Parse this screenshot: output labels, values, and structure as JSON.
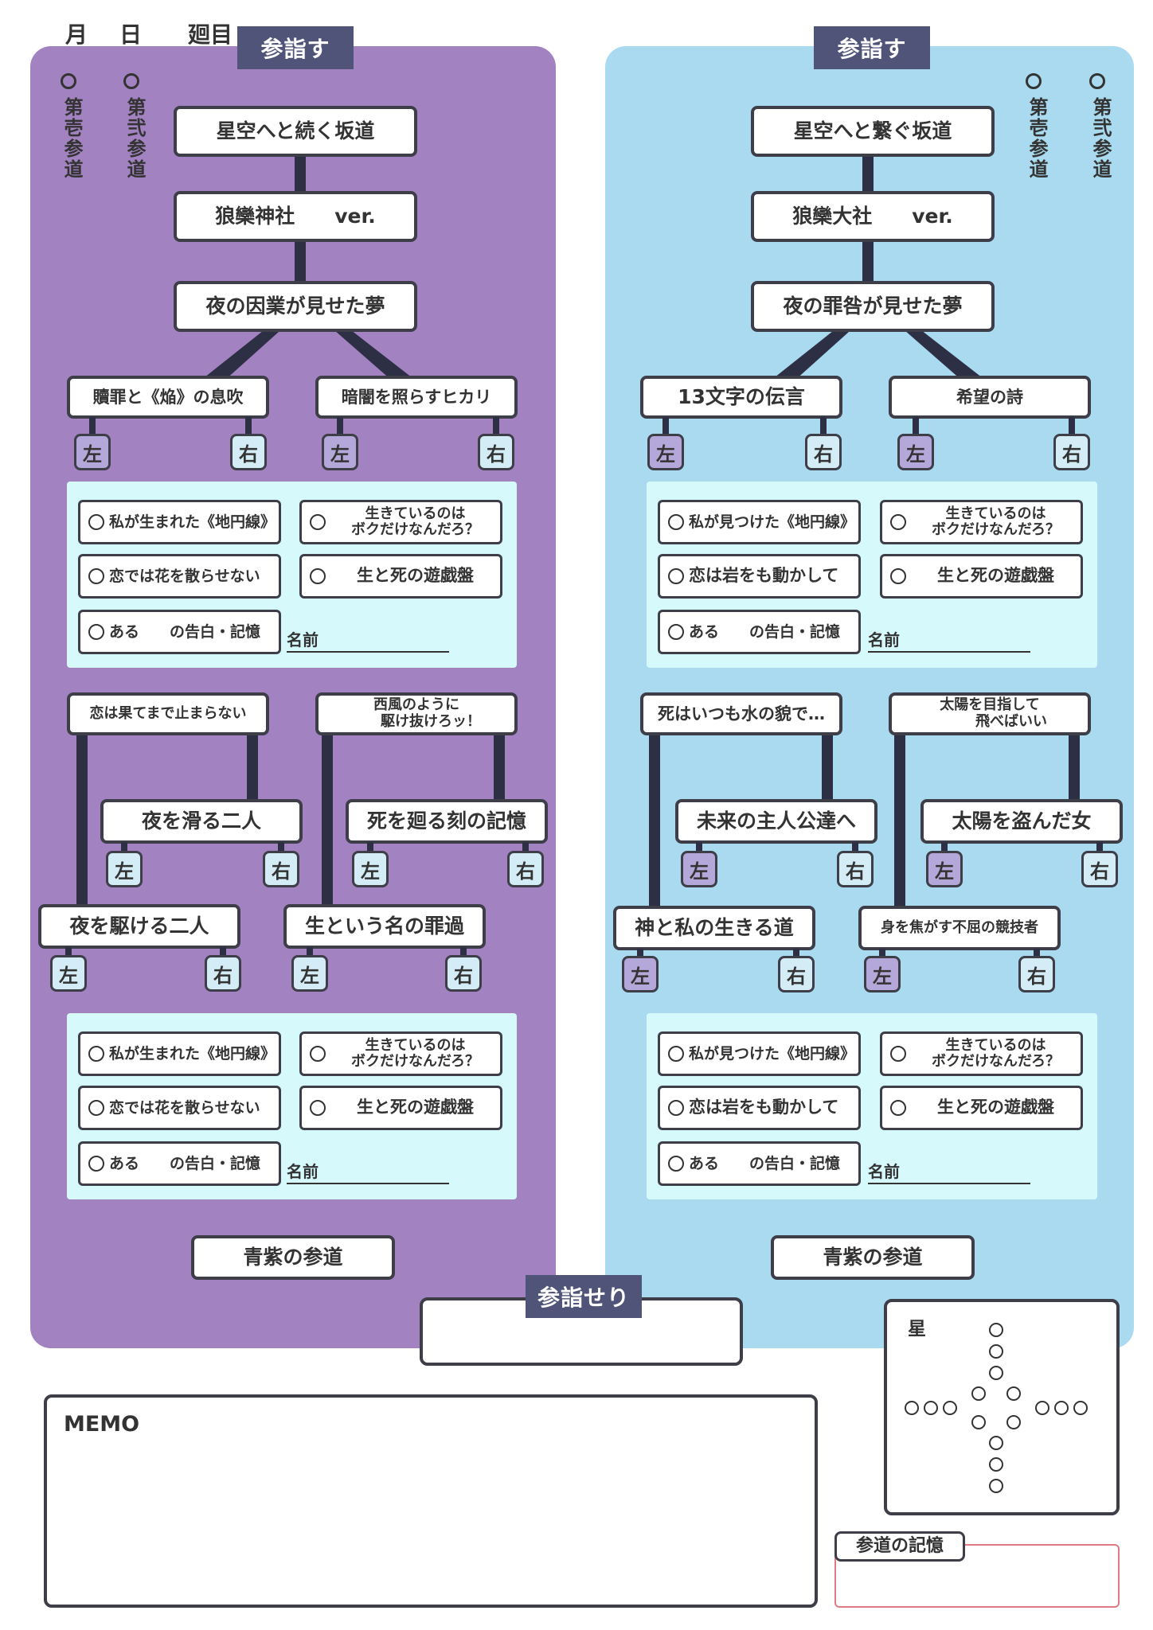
{
  "header": {
    "month": "月",
    "day": "日",
    "round": "廻目"
  },
  "left": {
    "tag": "参詣す",
    "routes": [
      "第壱参道",
      "第弐参道"
    ],
    "chain": [
      "星空へと続く坂道",
      "狼欒神社　　ver.",
      "夜の因業が見せた夢"
    ],
    "branch1": [
      "贖罪と《焔》の息吹",
      "暗闇を照らすヒカリ"
    ],
    "lr": {
      "left": "左",
      "right": "右"
    },
    "answers": [
      {
        "a": "私が生まれた《地円線》",
        "b": "生きているのは\nボクだけなんだろ？",
        "c": "恋では花を散らせない",
        "d": "生と死の遊戯盤",
        "e": "ある　　の告白・記憶",
        "name": "名前"
      },
      {
        "a": "私が生まれた《地円線》",
        "b": "生きているのは\nボクだけなんだろ？",
        "c": "恋では花を散らせない",
        "d": "生と死の遊戯盤",
        "e": "ある　　の告白・記憶",
        "name": "名前"
      }
    ],
    "mid_top": [
      "恋は果てまで止まらない",
      "西風のように\n　　駆け抜けろッ！"
    ],
    "mid_sub": [
      "夜を滑る二人",
      "死を廻る刻の記憶"
    ],
    "mid_bottom": [
      "夜を駆ける二人",
      "生という名の罪過"
    ],
    "final": "青紫の参道"
  },
  "right": {
    "tag": "参詣す",
    "routes": [
      "第壱参道",
      "第弐参道"
    ],
    "chain": [
      "星空へと繋ぐ坂道",
      "狼欒大社　　ver.",
      "夜の罪咎が見せた夢"
    ],
    "branch1": [
      "13文字の伝言",
      "希望の詩"
    ],
    "answers": [
      {
        "a": "私が見つけた《地円線》",
        "b": "生きているのは\nボクだけなんだろ？",
        "c": "恋は岩をも動かして",
        "d": "生と死の遊戯盤",
        "e": "ある　　の告白・記憶",
        "name": "名前"
      },
      {
        "a": "私が見つけた《地円線》",
        "b": "生きているのは\nボクだけなんだろ？",
        "c": "恋は岩をも動かして",
        "d": "生と死の遊戯盤",
        "e": "ある　　の告白・記憶",
        "name": "名前"
      }
    ],
    "mid_top": [
      "死はいつも水の貌で…",
      "太陽を目指して\n　　　飛べばいい"
    ],
    "mid_sub": [
      "未来の主人公達へ",
      "太陽を盗んだ女"
    ],
    "mid_bottom": [
      "神と私の生きる道",
      "身を焦がす不屈の競技者"
    ],
    "final": "青紫の参道"
  },
  "bottom": {
    "result_tag": "参詣せり",
    "memo": "MEMO",
    "star": "星",
    "memory_tag": "参道の記憶"
  },
  "colors": {
    "left_panel": "#a382c1",
    "right_panel": "#a9daf0",
    "tag": "#4f5478",
    "answer_bg": "#d6f9fc",
    "left_button": "#b4a7d9",
    "right_button": "#d3ecf6",
    "memory_border": "#e07b84"
  }
}
